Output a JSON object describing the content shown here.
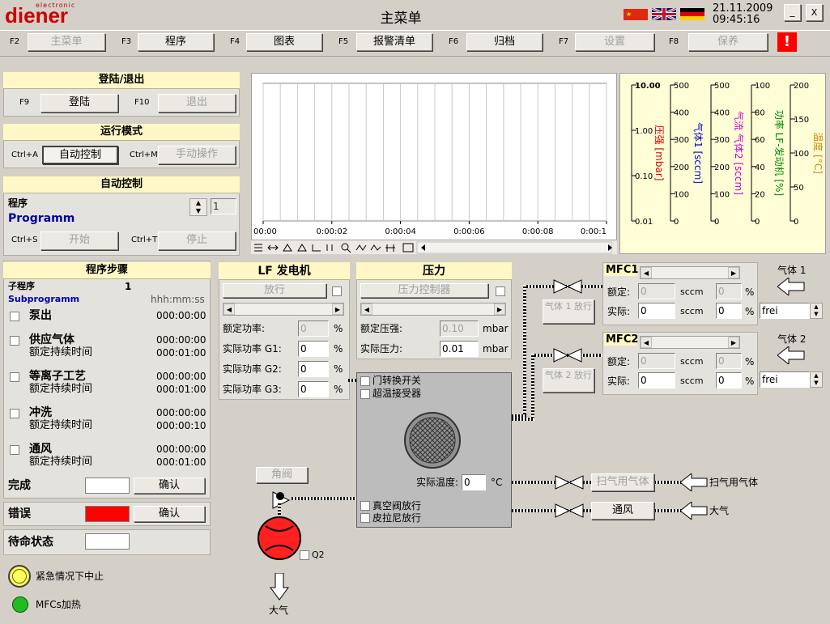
{
  "header": {
    "logo_small": "electronic",
    "logo": "diener",
    "title": "主菜单",
    "date": "21.11.2009",
    "time": "09:45:16",
    "min_label": "_",
    "close_label": "X",
    "alert_label": "!"
  },
  "fkeys": [
    {
      "key": "F2",
      "label": "主菜单"
    },
    {
      "key": "F3",
      "label": "程序"
    },
    {
      "key": "F4",
      "label": "图表"
    },
    {
      "key": "F5",
      "label": "报警清单"
    },
    {
      "key": "F6",
      "label": "归档"
    },
    {
      "key": "F7",
      "label": "设置"
    },
    {
      "key": "F8",
      "label": "保养"
    }
  ],
  "login": {
    "title": "登陆/退出",
    "k1": "F9",
    "b1": "登陆",
    "k2": "F10",
    "b2": "退出"
  },
  "mode": {
    "title": "运行模式",
    "k1": "Ctrl+A",
    "b1": "自动控制",
    "k2": "Ctrl+M",
    "b2": "手动操作"
  },
  "auto": {
    "title": "自动控制",
    "prog_label": "程序",
    "prog_name": "Programm",
    "prog_num": "1",
    "k1": "Ctrl+S",
    "b1": "开始",
    "k2": "Ctrl+T",
    "b2": "停止"
  },
  "chart_data": {
    "type": "line",
    "x_ticks": [
      "00:00",
      "0:00:02",
      "0:00:04",
      "0:00:06",
      "0:00:08",
      "0:00:1"
    ],
    "series": [],
    "axes": [
      {
        "label": "压强 [mbar]",
        "ticks": [
          "10.00",
          "1.00",
          "0.10",
          "0.01"
        ],
        "color": "#cc0000",
        "scale": "log"
      },
      {
        "label": "气体1 [sccm]",
        "ticks": [
          "500",
          "400",
          "300",
          "200",
          "100",
          "0"
        ],
        "color": "#0000cc"
      },
      {
        "label": "气流 气体2 [sccm]",
        "ticks": [
          "500",
          "400",
          "300",
          "200",
          "100",
          "0"
        ],
        "color": "#cc00cc"
      },
      {
        "label": "功率 LF-发动机 [%]",
        "ticks": [
          "100",
          "80",
          "60",
          "40",
          "20",
          "0"
        ],
        "color": "#008800"
      },
      {
        "label": "温度 [°C]",
        "ticks": [
          "200",
          "150",
          "100",
          "50",
          "0"
        ],
        "color": "#cc8800"
      }
    ],
    "grid": true
  },
  "steps": {
    "title": "程序步骤",
    "sub_label": "子程序",
    "sub_num": "1",
    "sub_name": "Subprogramm",
    "time_fmt": "hhh:mm:ss",
    "items": [
      {
        "name": "泵出",
        "t1": "000:00:00"
      },
      {
        "name": "供应气体",
        "sub": "额定持续时间",
        "t1": "000:00:00",
        "t2": "000:01:00"
      },
      {
        "name": "等离子工艺",
        "sub": "额定持续时间",
        "t1": "000:00:00",
        "t2": "000:01:00"
      },
      {
        "name": "冲洗",
        "sub": "额定持续时间",
        "t1": "000:00:00",
        "t2": "000:00:10"
      },
      {
        "name": "通风",
        "sub": "额定持续时间",
        "t1": "000:00:00",
        "t2": "000:01:00"
      }
    ],
    "done_label": "完成",
    "confirm": "确认"
  },
  "error": {
    "label": "错误",
    "confirm": "确认",
    "color": "#ff0000"
  },
  "standby": {
    "label": "待命状态"
  },
  "legend": [
    {
      "label": "紧急情况下中止",
      "color": "#ffff60"
    },
    {
      "label": "MFCs加热",
      "color": "#22bb22"
    }
  ],
  "lf": {
    "title": "LF 发电机",
    "release": "放行",
    "rated": "额定功率:",
    "rated_val": "0",
    "g1": "实际功率 G1:",
    "g1_val": "0",
    "g2": "实际功率 G2:",
    "g2_val": "0",
    "g3": "实际功率 G3:",
    "g3_val": "0",
    "unit": "%"
  },
  "pressure": {
    "title": "压力",
    "ctrl": "压力控制器",
    "rated": "额定压强:",
    "rated_val": "0.10",
    "actual": "实际压力:",
    "actual_val": "0.01",
    "unit": "mbar"
  },
  "chamber": {
    "door": "门转换开关",
    "overtemp": "超温接受器",
    "temp_label": "实际温度:",
    "temp_val": "0",
    "temp_unit": "°C",
    "vent_valve": "真空阀放行",
    "pirani": "皮拉尼放行"
  },
  "pump": {
    "angle_valve": "角阀",
    "q2": "Q2",
    "atm": "大气"
  },
  "mfc1": {
    "title": "MFC1",
    "rated": "额定:",
    "rated_val": "0",
    "actual": "实际:",
    "actual_val": "0",
    "unit": "sccm",
    "pct_rated": "0",
    "pct_actual": "0",
    "pct": "%",
    "gas": "气体 1",
    "mode": "frei",
    "release": "气体 1 放行"
  },
  "mfc2": {
    "title": "MFC2",
    "rated": "额定:",
    "rated_val": "0",
    "actual": "实际:",
    "actual_val": "0",
    "unit": "sccm",
    "pct_rated": "0",
    "pct_actual": "0",
    "pct": "%",
    "gas": "气体 2",
    "mode": "frei",
    "release": "气体 2 放行"
  },
  "purge": {
    "button": "扫气用气体",
    "label": "扫气用气体"
  },
  "vent": {
    "button": "通风",
    "label": "大气"
  }
}
